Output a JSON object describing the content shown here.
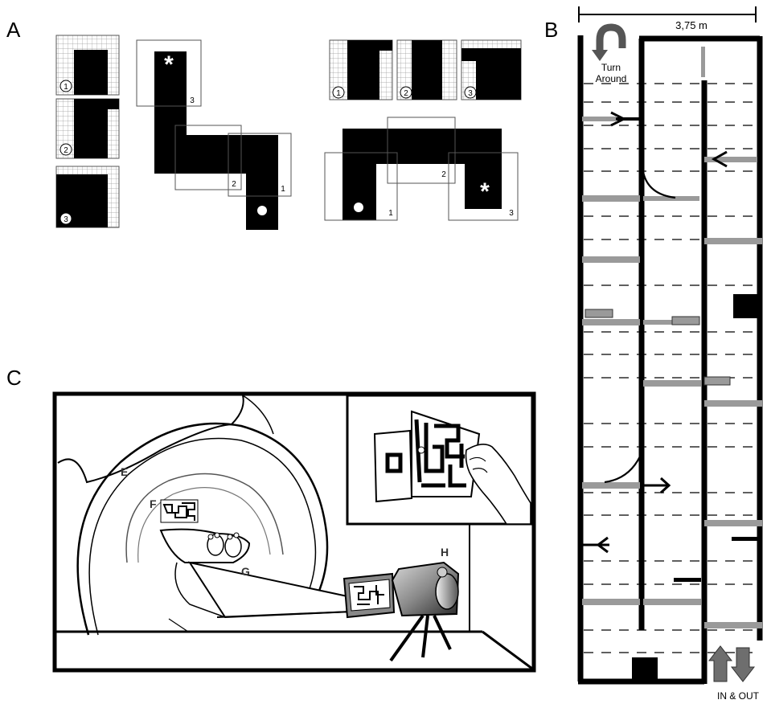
{
  "panels": {
    "a": {
      "letter": "A",
      "tile_numbers": [
        "1",
        "2",
        "3"
      ],
      "start_marker": "*"
    },
    "b": {
      "letter": "B",
      "width_label": "3,75 m",
      "turn_label_line1": "Turn",
      "turn_label_line2": "Around",
      "entrance_label": "IN & OUT"
    },
    "c": {
      "letter": "C",
      "labels": {
        "e": "E",
        "f": "F",
        "g": "G",
        "h": "H"
      }
    }
  },
  "colors": {
    "ink": "#000000",
    "gray_barrier": "#9a9a9a",
    "arrow_gray": "#6e6e6e"
  }
}
